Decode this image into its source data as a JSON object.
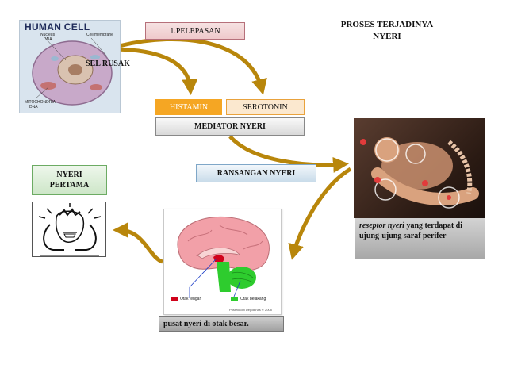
{
  "title": {
    "line1": "PROSES TERJADINYA",
    "line2": "NYERI"
  },
  "cell_image": {
    "heading": "HUMAN CELL",
    "labels": {
      "nucleus": "Nucleus",
      "dna": "DNA",
      "cell_membrane": "Cell membrane",
      "mitochondria": "MITOCHONDRIA",
      "mito_dna": "DNA"
    }
  },
  "sel_rusak": "SEL RUSAK",
  "pelepasan": "1.PELEPASAN",
  "histamin": "HISTAMIN",
  "serotonin": "SEROTONIN",
  "mediator": "MEDIATOR NYERI",
  "ransangan": "RANSANGAN NYERI",
  "nyeri_pertama": {
    "line1": "NYERI",
    "line2": "PERTAMA"
  },
  "reseptor": {
    "term": "reseptor nyeri",
    "rest": " yang terdapat di ujung-ujung saraf perifer"
  },
  "pusat": "pusat nyeri di otak besar.",
  "brain_image": {
    "legend_mid": "Otak tengah",
    "legend_back": "Otak belakang",
    "credit": "Pustekkom Depdiknas © 2008"
  },
  "colors": {
    "arrow": "#b8860b",
    "histamin_fill": "#f5a623",
    "midbrain": "#d0021b",
    "hindbrain": "#2ecc2e",
    "cerebrum": "#f2a0a8"
  }
}
